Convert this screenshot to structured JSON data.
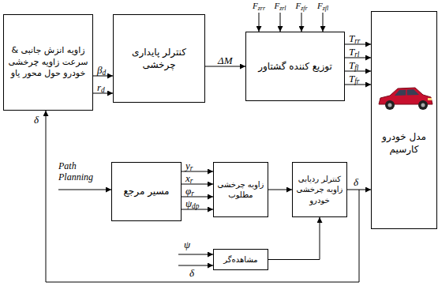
{
  "diagram": {
    "nodes": [
      {
        "text": [
          "زاویه انزش جانبی & سرعت زاویه چرخشی خودرو حول محور یاو"
        ]
      },
      {
        "text": [
          "کنترلر پایداری چرخشی"
        ]
      },
      {
        "text": [
          "توزیع کننده گشتاور"
        ]
      },
      {
        "text": [
          "مدل خودرو کارسیم"
        ]
      },
      {
        "text": [
          "مسیر مرجع"
        ]
      },
      {
        "text": [
          "زاویه چرخشی مطلوب"
        ]
      },
      {
        "text": [
          "کنترلر ردیابی زاویه چرخشی خودرو"
        ]
      },
      {
        "text": [
          "مشاهده‌گر"
        ]
      }
    ],
    "edges": [
      {
        "from": 0,
        "to": 1,
        "label": "βd",
        "arrow": "to"
      },
      {
        "from": 0,
        "to": 1,
        "label": "rd",
        "arrow": "to"
      },
      {
        "from": 1,
        "to": 2,
        "label": "ΔM",
        "arrow": "to"
      },
      {
        "from": 2,
        "to": 3,
        "label": "Trr",
        "arrow": "to"
      },
      {
        "from": 2,
        "to": 3,
        "label": "Trl",
        "arrow": "to"
      },
      {
        "from": 2,
        "to": 3,
        "label": "Tfl",
        "arrow": "to"
      },
      {
        "from": 2,
        "to": 3,
        "label": "Tfr",
        "arrow": "to"
      },
      {
        "from": 4,
        "to": 5,
        "label": "yr",
        "arrow": "to"
      },
      {
        "from": 4,
        "to": 5,
        "label": "xr",
        "arrow": "to"
      },
      {
        "from": 4,
        "to": 5,
        "label": "φr",
        "arrow": "to"
      },
      {
        "from": 4,
        "to": 5,
        "label": "ψdp",
        "arrow": "to"
      },
      {
        "from": 5,
        "to": 6,
        "arrow": "to"
      },
      {
        "from": 6,
        "to": 3,
        "label": "δ",
        "arrow": "to"
      },
      {
        "from": 6,
        "to": 0,
        "label": "δ",
        "arrow": "to"
      },
      {
        "from": 7,
        "to": 6,
        "arrow": "to"
      }
    ],
    "labels": [
      "Fzrr",
      "Fzrl",
      "Fzfr",
      "Fzfl",
      "Path Planning",
      "ψ",
      "δ"
    ]
  }
}
